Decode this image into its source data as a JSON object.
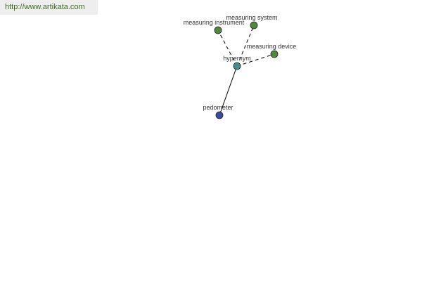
{
  "header": {
    "site_url": "http://www.artikata.com"
  },
  "colors": {
    "leaf_node": "#4f8a3a",
    "hub_node": "#3f8f8f",
    "root_node": "#3a4aa0",
    "node_stroke": "#222222",
    "edge": "#000000",
    "banner_bg": "#eeeeee",
    "banner_text": "#3e6b1e"
  },
  "graph": {
    "nodes": [
      {
        "id": "measuring_system",
        "label": "measuring system",
        "role": "leaf"
      },
      {
        "id": "measuring_instrument",
        "label": "measuring instrument",
        "role": "leaf"
      },
      {
        "id": "measuring_device",
        "label": "measuring device",
        "role": "leaf"
      },
      {
        "id": "hypernym",
        "label": "hypernym",
        "role": "hub"
      },
      {
        "id": "pedometer",
        "label": "pedometer",
        "role": "root"
      }
    ],
    "edges": [
      {
        "from": "pedometer",
        "to": "hypernym",
        "style": "solid"
      },
      {
        "from": "hypernym",
        "to": "measuring_instrument",
        "style": "dashed"
      },
      {
        "from": "hypernym",
        "to": "measuring_system",
        "style": "dashed"
      },
      {
        "from": "hypernym",
        "to": "measuring_device",
        "style": "dashed"
      }
    ]
  }
}
